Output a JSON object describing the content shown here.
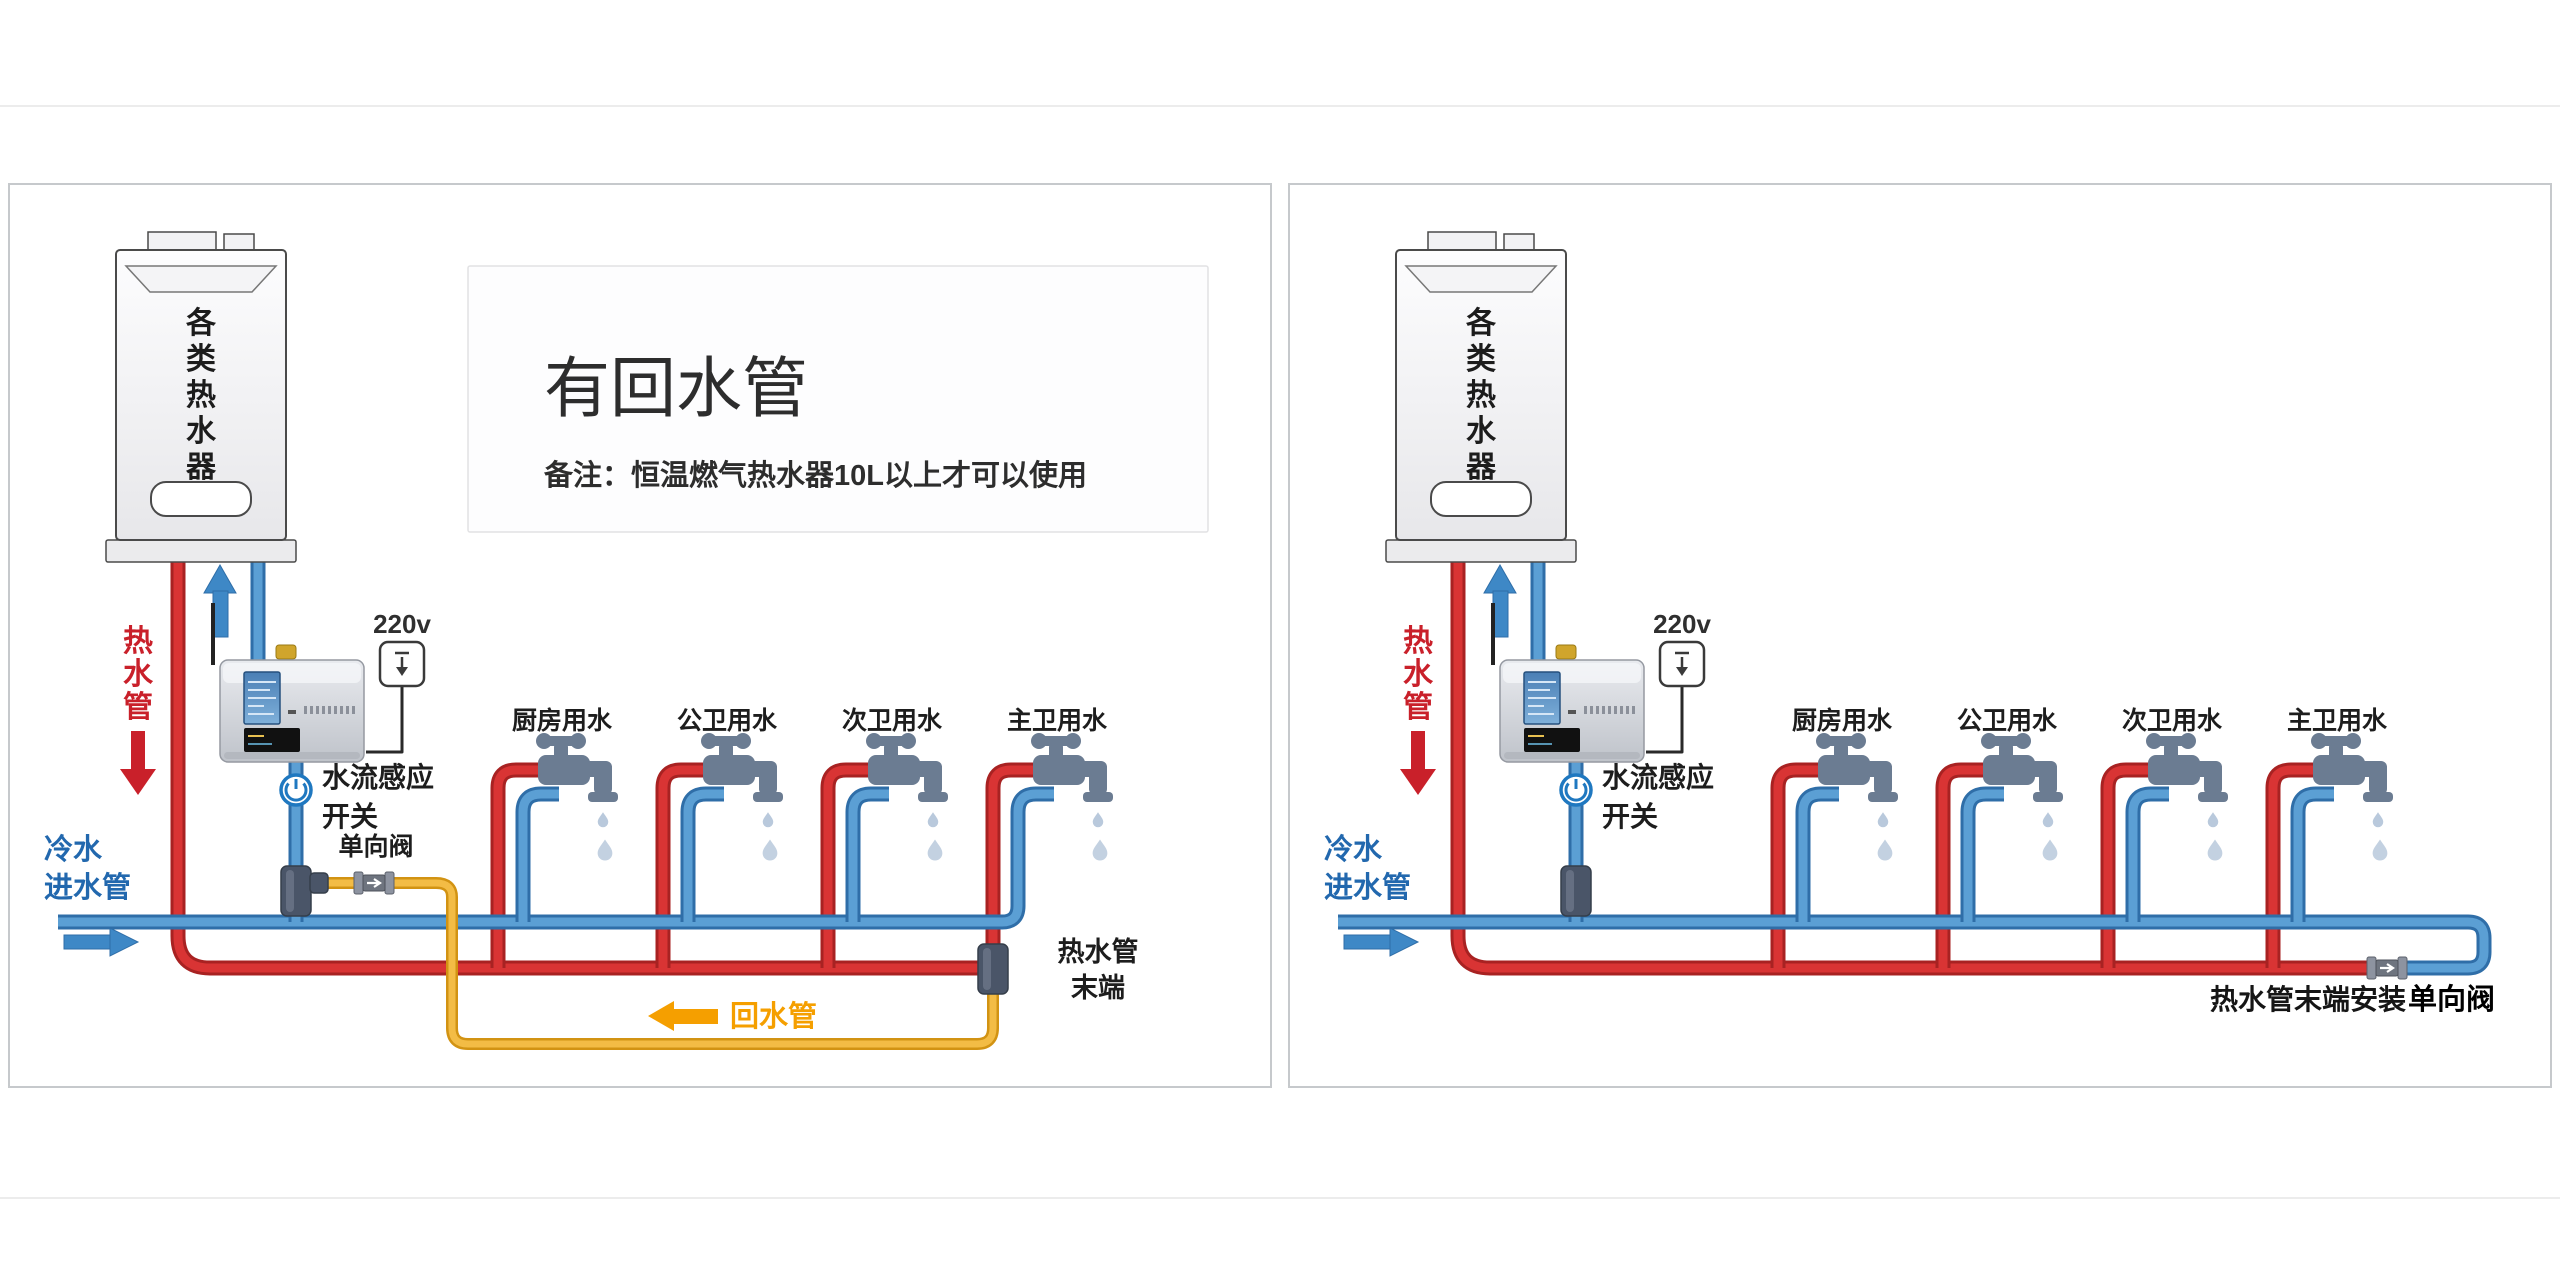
{
  "colors": {
    "hot_pipe": "#d93434",
    "hot_pipe_dark": "#a82222",
    "cold_pipe": "#5b9fd4",
    "cold_pipe_dark": "#2f6ea8",
    "return_pipe": "#f3bc45",
    "return_pipe_dark": "#d29313",
    "hot_label": "#c9202a",
    "cold_label": "#2268ae",
    "return_label": "#f59f00",
    "faucet": "#6b7c92",
    "drop": "#b9c9dc",
    "fitting": "#4a5568",
    "power_icon": "#1f78c0"
  },
  "left_panel": {
    "title": "有回水管",
    "note": "备注：恒温燃气热水器10L以上才可以使用",
    "heater_label": "各类热水器",
    "hot_pipe_label": "热水管",
    "cold_pipe_label": [
      "冷水",
      "进水管"
    ],
    "voltage_label": "220v",
    "flow_switch_label": [
      "水流感应",
      "开关"
    ],
    "check_valve_label": "单向阀",
    "tap_labels": [
      "厨房用水",
      "公卫用水",
      "次卫用水",
      "主卫用水"
    ],
    "hot_end_label": [
      "热水管",
      "末端"
    ],
    "return_pipe_label": "回水管"
  },
  "right_panel": {
    "heater_label": "各类热水器",
    "hot_pipe_label": "热水管",
    "cold_pipe_label": [
      "冷水",
      "进水管"
    ],
    "voltage_label": "220v",
    "flow_switch_label": [
      "水流感应",
      "开关"
    ],
    "tap_labels": [
      "厨房用水",
      "公卫用水",
      "次卫用水",
      "主卫用水"
    ],
    "end_note": {
      "prefix": "热水管末端安装",
      "emphasis": "单向阀"
    }
  }
}
